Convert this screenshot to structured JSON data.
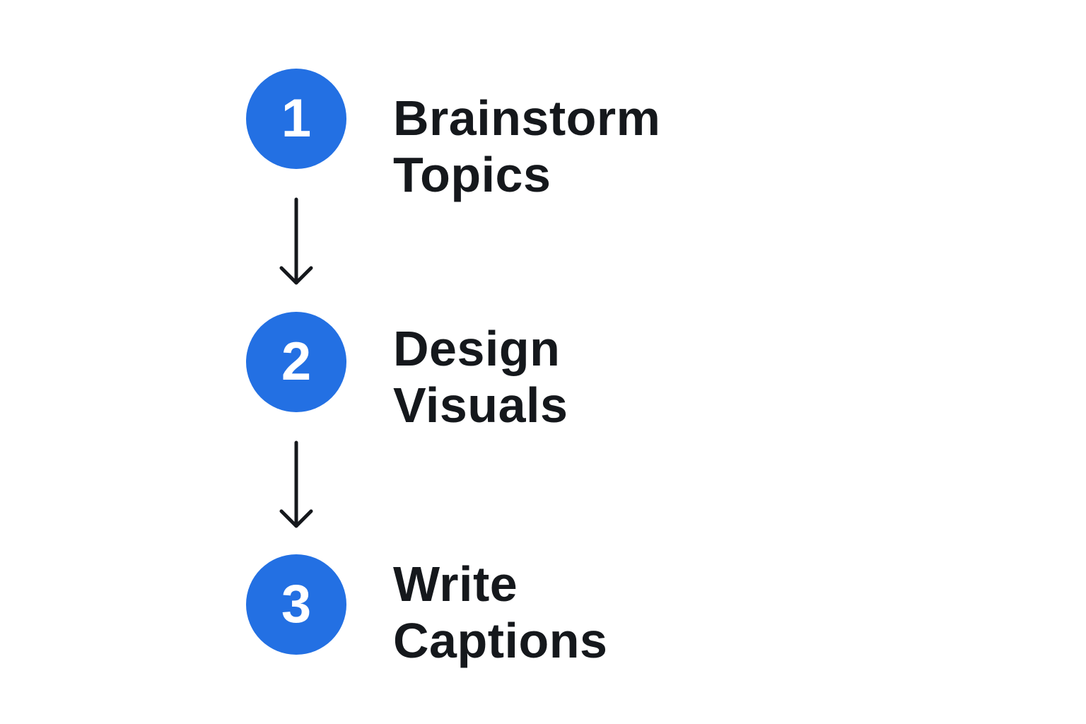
{
  "steps": [
    {
      "number": "1",
      "line1": "Brainstorm",
      "line2": "Topics"
    },
    {
      "number": "2",
      "line1": "Design",
      "line2": "Visuals"
    },
    {
      "number": "3",
      "line1": "Write",
      "line2": "Captions"
    }
  ],
  "colors": {
    "circle": "#2370e3",
    "number_text": "#ffffff",
    "label_text": "#15181c",
    "arrow": "#15181c",
    "background": "#ffffff"
  },
  "icons": {
    "connector": "arrow-down-icon"
  }
}
